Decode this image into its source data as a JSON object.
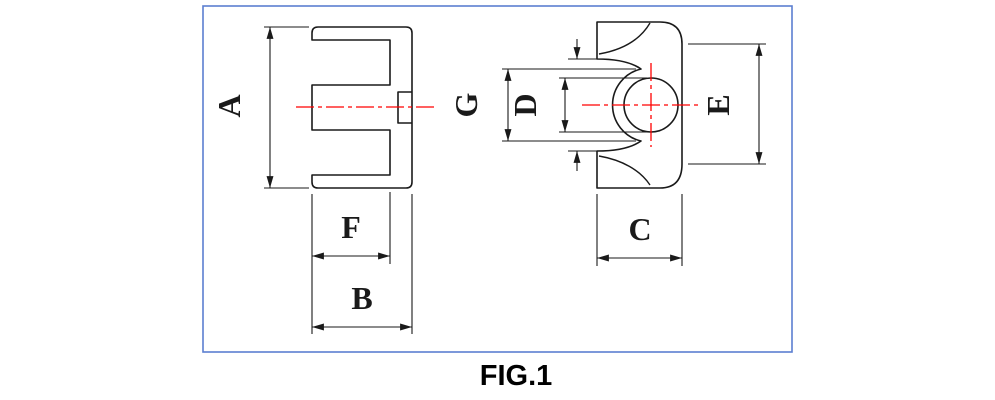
{
  "figure": {
    "caption": "FIG.1"
  },
  "labels": {
    "A": "A",
    "B": "B",
    "C": "C",
    "D": "D",
    "E": "E",
    "F": "F",
    "G": "G"
  },
  "colors": {
    "outline": "#1a1a1a",
    "dimension": "#1a1a1a",
    "centerline": "#ff0000",
    "frame": "#5b7fd0",
    "background": "#ffffff"
  }
}
